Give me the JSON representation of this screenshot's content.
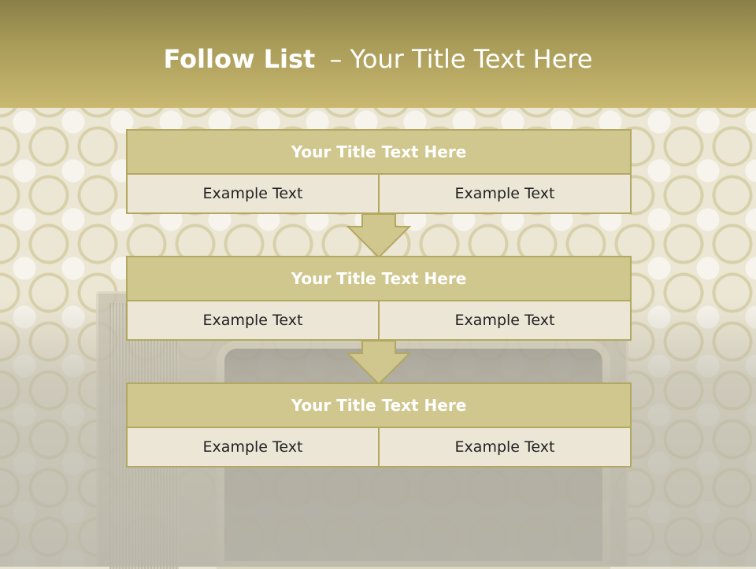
{
  "slide": {
    "title_bold": "Follow List",
    "title_rest": "– Your Title Text Here"
  },
  "blocks": [
    {
      "title": "Your Title Text Here",
      "left": "Example Text",
      "right": "Example Text"
    },
    {
      "title": "Your Title Text Here",
      "left": "Example Text",
      "right": "Example Text"
    },
    {
      "title": "Your Title Text Here",
      "left": "Example Text",
      "right": "Example Text"
    }
  ],
  "colors": {
    "header": "#a89b58",
    "block_title": "#cfc78e",
    "block_border": "#b3a860",
    "cell": "#ebe6d5"
  },
  "icons": [
    "down-arrow-icon",
    "down-arrow-icon"
  ]
}
